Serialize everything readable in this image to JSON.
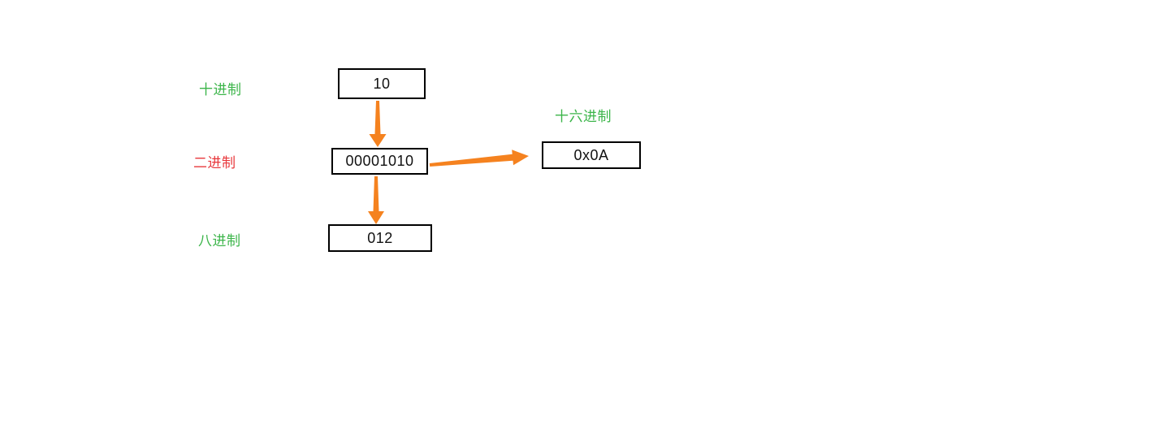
{
  "diagram": {
    "description": "number base conversion diagram",
    "labels": {
      "decimal": "十进制",
      "binary": "二进制",
      "octal": "八进制",
      "hex": "十六进制"
    },
    "nodes": {
      "decimal": "10",
      "binary": "00001010",
      "hex": "0x0A",
      "octal": "012"
    },
    "colors": {
      "background": "#ffffff",
      "label_green": "#3cb54a",
      "label_red": "#e8383c",
      "arrow_orange": "#f5821f",
      "box_border": "#000000"
    }
  }
}
